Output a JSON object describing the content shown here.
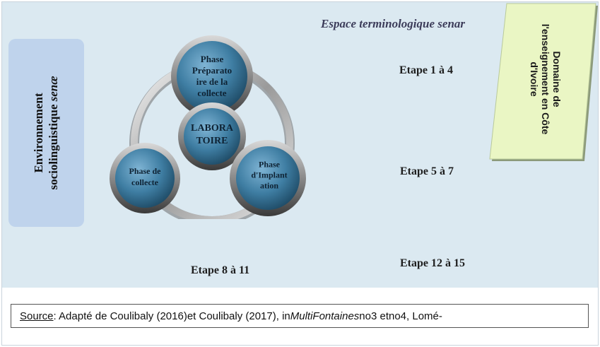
{
  "left_panel": {
    "line1": "Environnement",
    "line2_prefix": "sociolinguistique ",
    "line2_italic": "senæ"
  },
  "top_title": "Espace terminologique senar",
  "green_panel": {
    "lines": [
      "Domaine de",
      "l'enseignement en Côte",
      "d'Ivoire"
    ]
  },
  "circles": {
    "top": "Phase\nPréparato\nire de la\ncollecte",
    "center": "LABORA\nTOIRE",
    "left": "Phase de\ncollecte",
    "right": "Phase\nd'Implant\nation"
  },
  "steps": {
    "s1": "Etape 1 à 4",
    "s2": "Etape 5 à 7",
    "s3": "Etape 8 à 11",
    "s4": "Etape 12 à 15"
  },
  "source": {
    "label": "Source",
    "text1": " : Adapté de Coulibaly (2016)et  Coulibaly (2017), in ",
    "italic": "MultiFontaines",
    "text2": " no3 etno4, Lomé-"
  },
  "colors": {
    "panel_bg": "#dbe9f1",
    "left_box": "#bfd3ec",
    "green_panel": "#eaf6c4",
    "circle_fill": "#4a84a6"
  }
}
